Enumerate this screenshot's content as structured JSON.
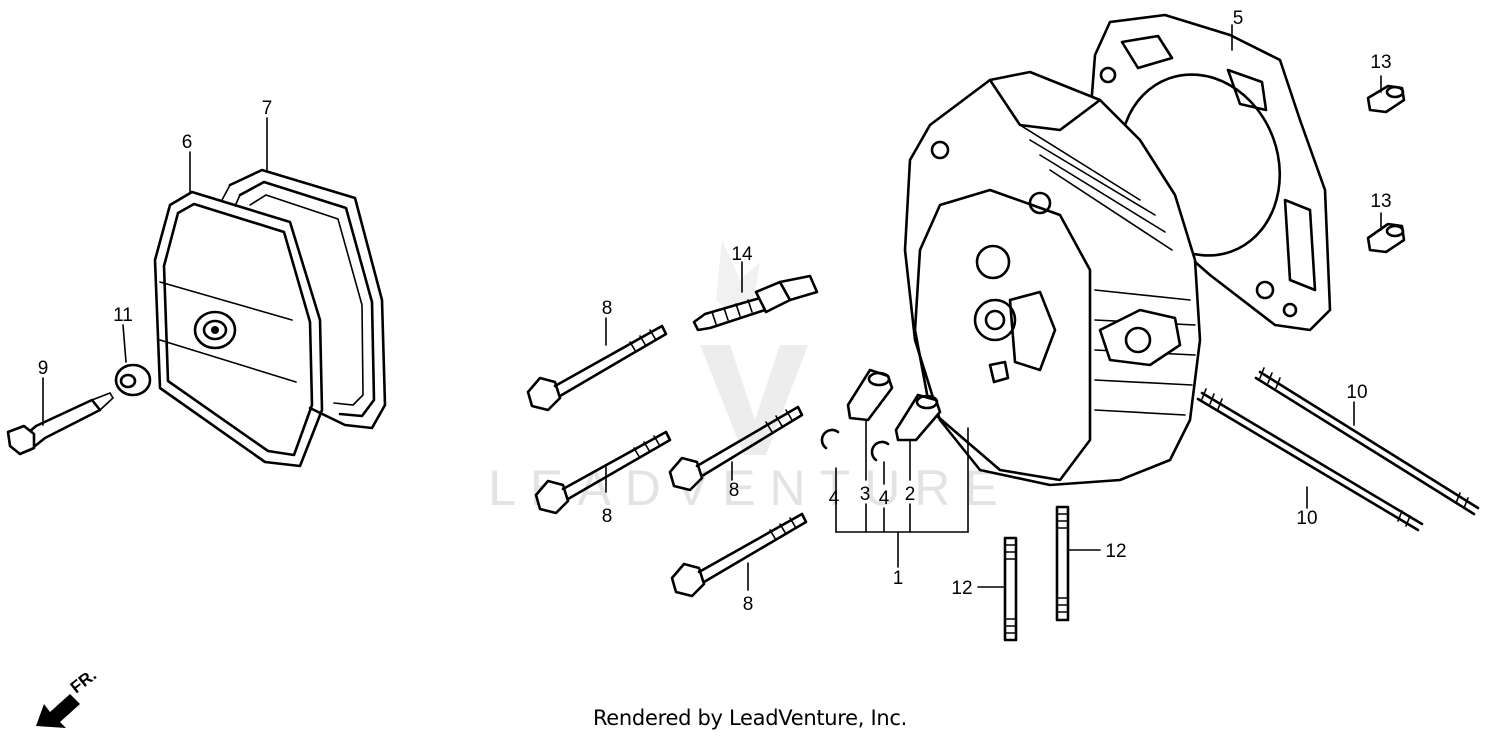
{
  "watermark": "LEADVENTURE",
  "direction_label": "FR.",
  "footer": "Rendered by LeadVenture, Inc.",
  "callouts": {
    "c1": "1",
    "c2": "2",
    "c3": "3",
    "c4a": "4",
    "c4b": "4",
    "c5": "5",
    "c6": "6",
    "c7": "7",
    "c8a": "8",
    "c8b": "8",
    "c8c": "8",
    "c8d": "8",
    "c9": "9",
    "c10a": "10",
    "c10b": "10",
    "c11": "11",
    "c12a": "12",
    "c12b": "12",
    "c13a": "13",
    "c13b": "13",
    "c14": "14"
  },
  "icons": [
    "direction-arrow-icon",
    "watermark-logo-icon"
  ]
}
